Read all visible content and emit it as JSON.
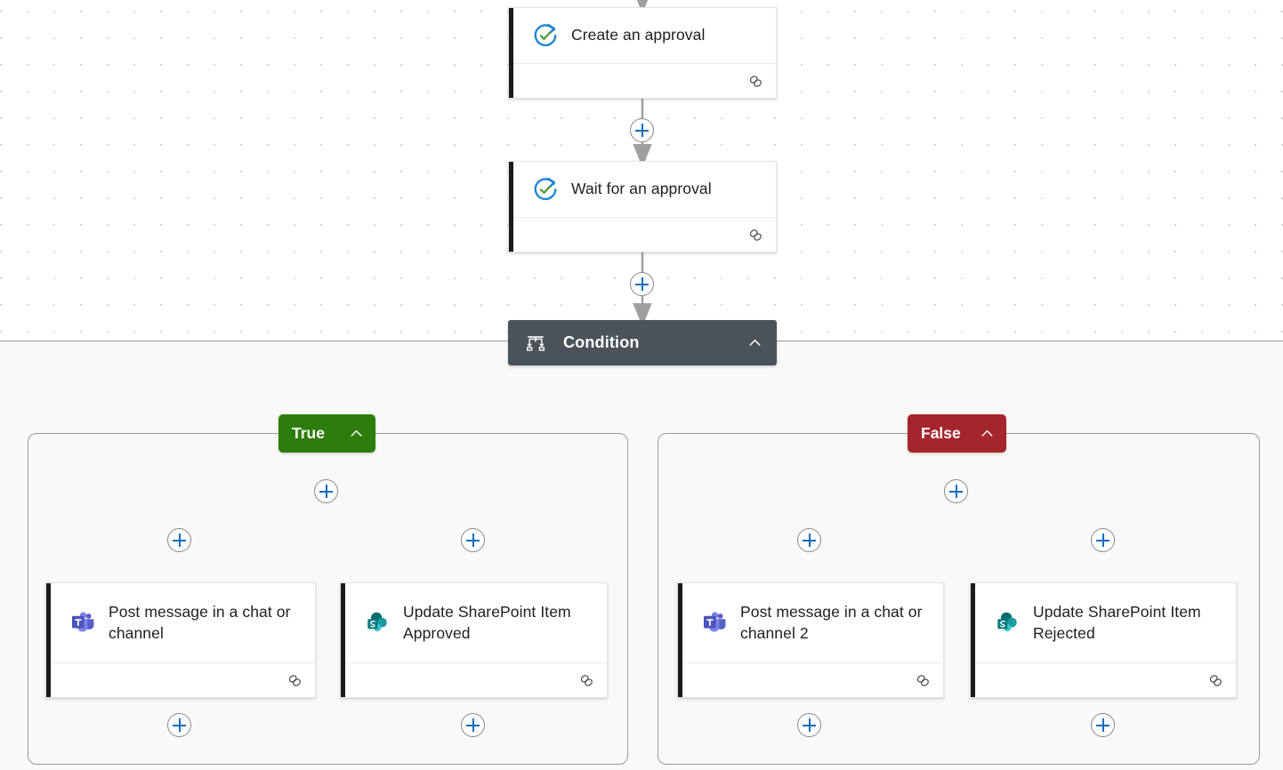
{
  "canvas": {
    "background_color": "#ffffff",
    "grid_dot_color": "#d8d4d8",
    "scope_background": "#faf9f8",
    "scope_border": "#9b9b9b"
  },
  "flow": {
    "nodes": [
      {
        "id": "create-approval",
        "label": "Create an approval",
        "icon": "approval-icon",
        "link_icon": "chain-link-icon"
      },
      {
        "id": "wait-approval",
        "label": "Wait for an approval",
        "icon": "approval-icon",
        "link_icon": "chain-link-icon"
      }
    ],
    "condition": {
      "label": "Condition",
      "icon": "condition-branch-icon",
      "collapse_icon": "chevron-up-icon",
      "background_color": "#4a525a",
      "text_color": "#ffffff"
    },
    "branches": [
      {
        "id": "true-branch",
        "label": "True",
        "badge_color": "#2d7d0c",
        "collapse_icon": "chevron-up-icon",
        "actions": [
          {
            "id": "post-message-teams-1",
            "label": "Post message in a chat or channel",
            "icon": "microsoft-teams-icon",
            "link_icon": "chain-link-icon"
          },
          {
            "id": "update-sharepoint-approved",
            "label": "Update SharePoint Item Approved",
            "icon": "sharepoint-icon",
            "link_icon": "chain-link-icon"
          }
        ]
      },
      {
        "id": "false-branch",
        "label": "False",
        "badge_color": "#a4262c",
        "collapse_icon": "chevron-up-icon",
        "actions": [
          {
            "id": "post-message-teams-2",
            "label": "Post message in a chat or channel 2",
            "icon": "microsoft-teams-icon",
            "link_icon": "chain-link-icon"
          },
          {
            "id": "update-sharepoint-rejected",
            "label": "Update SharePoint Item Rejected",
            "icon": "sharepoint-icon",
            "link_icon": "chain-link-icon"
          }
        ]
      }
    ],
    "insert_buttons": [
      {
        "id": "insert-after-create-approval",
        "icon": "plus-icon"
      },
      {
        "id": "insert-after-wait-approval",
        "icon": "plus-icon"
      },
      {
        "id": "insert-true-root",
        "icon": "plus-icon"
      },
      {
        "id": "insert-true-left",
        "icon": "plus-icon"
      },
      {
        "id": "insert-true-right",
        "icon": "plus-icon"
      },
      {
        "id": "insert-true-left-end",
        "icon": "plus-icon"
      },
      {
        "id": "insert-true-right-end",
        "icon": "plus-icon"
      },
      {
        "id": "insert-false-root",
        "icon": "plus-icon"
      },
      {
        "id": "insert-false-left",
        "icon": "plus-icon"
      },
      {
        "id": "insert-false-right",
        "icon": "plus-icon"
      },
      {
        "id": "insert-false-left-end",
        "icon": "plus-icon"
      },
      {
        "id": "insert-false-right-end",
        "icon": "plus-icon"
      }
    ],
    "accent_colors": {
      "plus": "#0f6cbd",
      "card_accent_bar": "#1b1a19",
      "connector": "#a19f9d",
      "teams_purple": "#5b5fc7",
      "sharepoint_teal": "#038387",
      "approval_blue": "#1b86d8",
      "approval_green": "#4f9b35"
    }
  }
}
